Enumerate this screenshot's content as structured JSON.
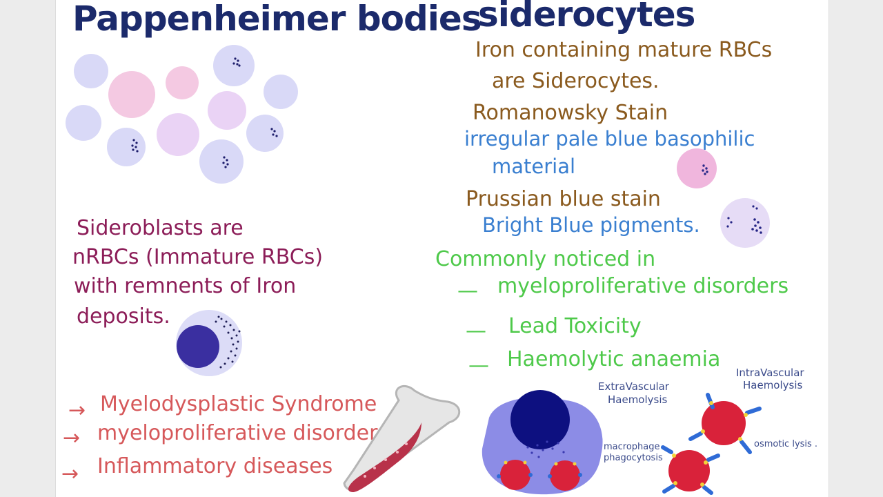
{
  "headings": {
    "pappenheimer": "Pappenheimer bodies",
    "siderocytes": "siderocytes"
  },
  "siderocytes_notes": {
    "line1": "Iron containing mature RBCs",
    "line2": "are Siderocytes.",
    "romanowsky": "Romanowsky Stain",
    "irregular1": "irregular pale blue basophilic",
    "irregular2": "material",
    "prussian": "Prussian blue stain",
    "bright": "Bright Blue pigments."
  },
  "commonly": {
    "title": "Commonly noticed in",
    "dash": "—",
    "items": [
      "myeloproliferative disorders",
      "Lead Toxicity",
      "Haemolytic anaemia"
    ]
  },
  "sideroblasts": {
    "line1": "Sideroblasts are",
    "line2": "nRBCs (Immature RBCs)",
    "line3": "with remnents of Iron",
    "line4": "deposits."
  },
  "causes": {
    "arrow": "→",
    "items": [
      "Myelodysplastic Syndrome",
      "myeloproliferative disorders",
      "Inflammatory diseases"
    ]
  },
  "haemolysis": {
    "extravascular": [
      "ExtraVascular",
      "Haemolysis"
    ],
    "intravascular": [
      "IntraVascular",
      "Haemolysis"
    ],
    "macrophage": [
      "macrophage",
      "phagocytosis"
    ],
    "osmotic": "osmotic lysis ."
  },
  "colors": {
    "heading": "#1b2a6b",
    "brown": "#8a5a1e",
    "blue": "#3a7fd0",
    "maroon": "#8c1d58",
    "green": "#4ec94a",
    "red": "#d6585a"
  }
}
